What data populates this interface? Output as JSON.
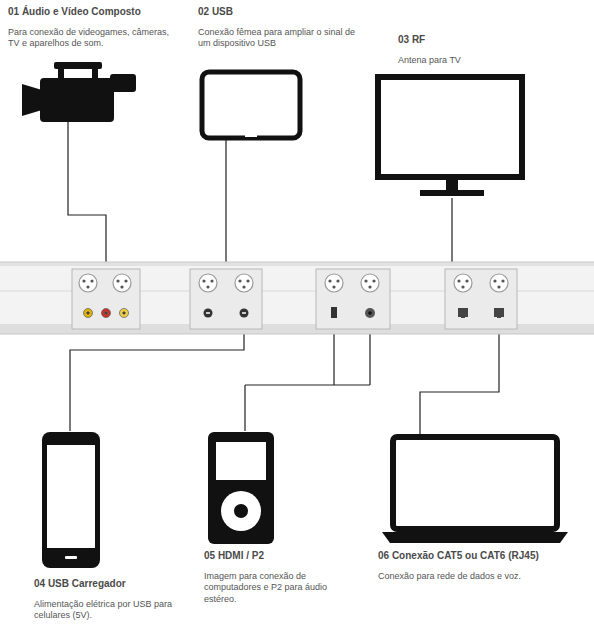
{
  "diagram": {
    "nodes": [
      {
        "text": [
          "01 Áudio e Vídeo Composto",
          "Para conexão de videogames, câmeras, TV e aparelhos de som."
        ]
      },
      {
        "text": [
          "02 USB",
          "Conexão fêmea para ampliar o sinal de um dispositivo USB"
        ]
      },
      {
        "text": [
          "03 RF",
          "Antena para TV"
        ]
      },
      {
        "text": [
          "04 USB Carregador",
          "Alimentação elétrica por USB para celulares (5V)."
        ]
      },
      {
        "text": [
          "05 HDMI / P2",
          "Imagem para conexão de computadores e P2 para áudio estéreo."
        ]
      },
      {
        "text": [
          "06 Conexão CAT5 ou CAT6 (RJ45)",
          "Conexão para rede de dados e voz."
        ]
      }
    ]
  }
}
